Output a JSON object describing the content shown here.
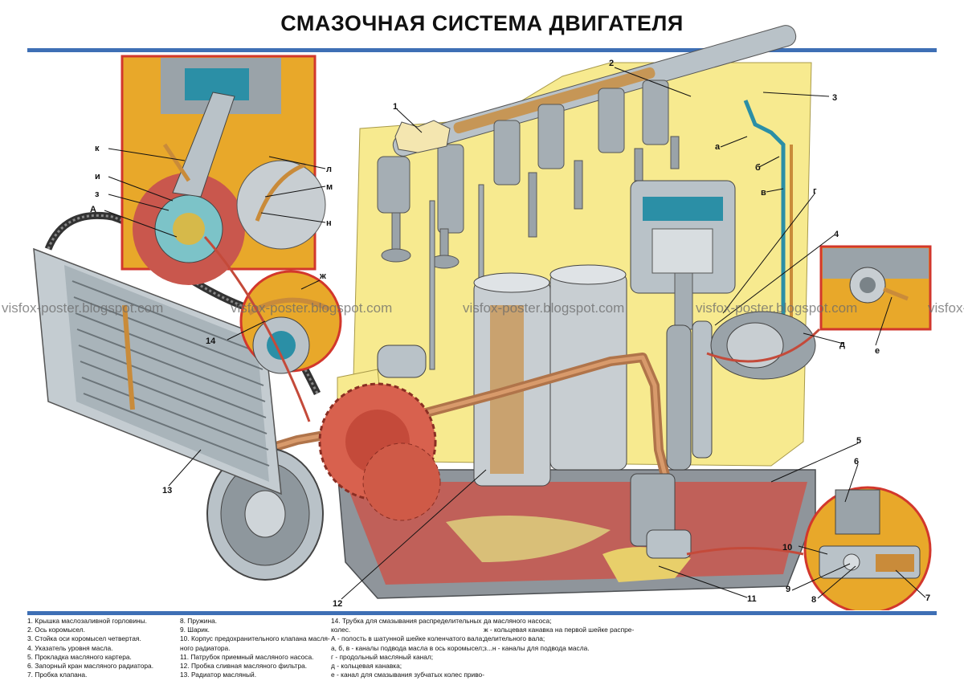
{
  "title": "СМАЗОЧНАЯ СИСТЕМА ДВИГАТЕЛЯ",
  "watermark": "visfox-poster.blogspot.com",
  "colors": {
    "rule": "#3e6fb5",
    "block": "#f7ea8f",
    "oil": "#c98b3a",
    "inset_border": "#d2372c",
    "inset_bg": "#e8a82a",
    "metal": "#b9c2c8",
    "red_part": "#c9574d"
  },
  "callouts": {
    "n1": "1",
    "n2": "2",
    "n3": "3",
    "n4": "4",
    "n5": "5",
    "n6": "6",
    "n7": "7",
    "n8": "8",
    "n9": "9",
    "n10": "10",
    "n11": "11",
    "n12": "12",
    "n13": "13",
    "n14": "14",
    "a": "а",
    "b": "б",
    "v": "в",
    "g": "г",
    "d": "д",
    "e": "е",
    "zh": "ж",
    "z": "з",
    "i": "и",
    "k": "к",
    "l": "л",
    "m": "м",
    "n": "н",
    "A": "А"
  },
  "legend": {
    "col1": [
      "1. Крышка маслозаливной горловины.",
      "2. Ось коромысел.",
      "3. Стойка оси коромысел четвертая.",
      "4. Указатель уровня масла.",
      "5. Прокладка масляного картера.",
      "6. Запорный кран масляного радиатора.",
      "7. Пробка клапана."
    ],
    "col2": [
      "8. Пружина.",
      "9. Шарик.",
      "10. Корпус предохранительного клапана масля-",
      "ного радиатора.",
      "11. Патрубок приемный масляного насоса.",
      "12. Пробка сливная масляного фильтра.",
      "13. Радиатор масляный."
    ],
    "col3": [
      "14. Трубка для смазывания распределительных",
      "колес.",
      "А - полость в шатунной шейке коленчатого вала;",
      "а, б, в - каналы подвода масла в ось коромысел;",
      "г - продольный масляный канал;",
      "д - кольцевая канавка;",
      "е - канал для смазывания зубчатых колес приво-"
    ],
    "col4": [
      "да масляного насоса;",
      "ж - кольцевая канавка на первой шейке распре-",
      "делительного вала;",
      "з...н - каналы для подвода масла."
    ]
  }
}
